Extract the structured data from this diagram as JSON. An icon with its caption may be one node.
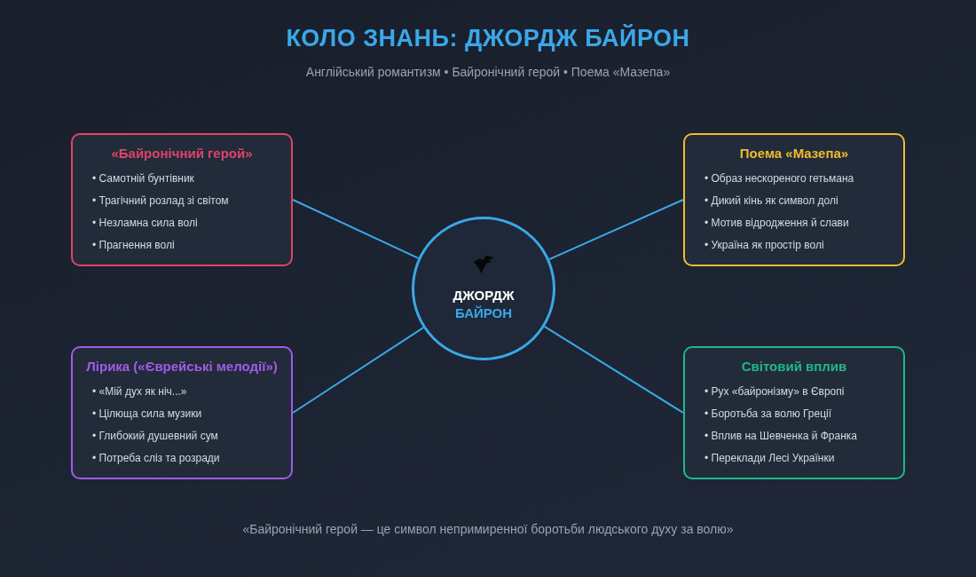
{
  "diagram": {
    "title": "КОЛО ЗНАНЬ: ДЖОРДЖ БАЙРОН",
    "caption": "«Байронічний герой — це символ непримиренної боротьби людського духу за волю»",
    "nodes": [
      {
        "text": [
          "«Байронічний герой»",
          "• Самотній бунтівник",
          "• Трагічний розлад зі світом",
          "• Незламна сила волі",
          "• Прагнення волі"
        ]
      },
      {
        "text": [
          "Поема «Мазепа»",
          "• Образ нескореного гетьмана",
          "• Дикий кінь як символ долі",
          "• Мотив відродження й слави",
          "• Україна як простір волі"
        ]
      },
      {
        "text": [
          "ДЖОРДЖ",
          "БАЙРОН"
        ]
      },
      {
        "text": [
          "Лірика («Єврейські мелодії»)",
          "• «Мій дух як ніч...»",
          "• Цілюща сила музики",
          "• Глибокий душевний сум",
          "• Потреба сліз та розради"
        ]
      },
      {
        "text": [
          "Світовий вплив",
          "• Рух «байронізму» в Європі",
          "• Боротьба за волю Греції",
          "• Вплив на Шевченка й Франка",
          "• Переклади Лесі Українки"
        ]
      }
    ],
    "edges": [
      {
        "from": 2,
        "to": 0,
        "arrow": "none"
      },
      {
        "from": 2,
        "to": 1,
        "arrow": "none"
      },
      {
        "from": 2,
        "to": 3,
        "arrow": "none"
      },
      {
        "from": 2,
        "to": 4,
        "arrow": "none"
      }
    ],
    "labels": [
      "Англійський романтизм • Байронічний герой • Поема «Мазепа»"
    ]
  }
}
